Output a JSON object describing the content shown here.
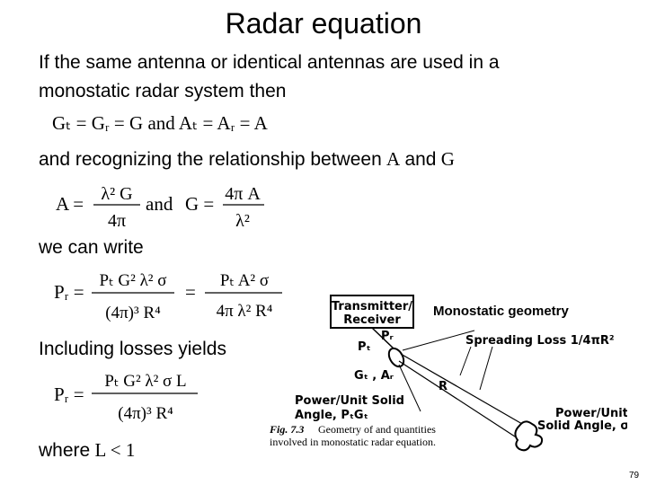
{
  "slide": {
    "title": "Radar equation",
    "intro_line1": "If the same antenna or identical antennas are used in a",
    "intro_line2": "monostatic radar system then",
    "eq1": "Gₜ = Gᵣ = G   and   Aₜ = Aᵣ = A",
    "relationship_text": "and recognizing the relationship between",
    "relationship_var1": "A",
    "relationship_and": "and",
    "relationship_var2": "G",
    "eq2_A_lhs": "A =",
    "eq2_A_num": "λ² G",
    "eq2_A_den": "4π",
    "eq2_and": "and",
    "eq2_G_lhs": "G =",
    "eq2_G_num": "4π A",
    "eq2_G_den": "λ²",
    "we_can_write": "we can write",
    "eq3_lhs": "Pᵣ =",
    "eq3_num1": "Pₜ G² λ² σ",
    "eq3_den1": "(4π)³ R⁴",
    "eq3_eq": "=",
    "eq3_num2": "Pₜ A² σ",
    "eq3_den2": "4π λ² R⁴",
    "losses_text": "Including losses yields",
    "eq4_lhs": "Pᵣ =",
    "eq4_num": "Pₜ G² λ² σ L",
    "eq4_den": "(4π)³ R⁴",
    "where_text": "where",
    "where_cond": "L < 1",
    "page_number": "79"
  },
  "figure": {
    "heading": "Monostatic geometry",
    "transmitter_line1": "Transmitter/",
    "transmitter_line2": "Receiver",
    "pr_label": "Pᵣ",
    "pt_label": "Pₜ",
    "spreading_loss": "Spreading Loss  1/4πR²",
    "gain_area": "Gₜ , Aᵣ",
    "range_label": "R",
    "power_solid_left_1": "Power/Unit Solid",
    "power_solid_left_2": "Angle,  PₜGₜ",
    "power_solid_right_1": "Power/Unit",
    "power_solid_right_2": "Solid Angle,  σ",
    "caption_label": "Fig. 7.3",
    "caption_line1": "Geometry of and quantities",
    "caption_line2": "involved in monostatic radar equation."
  }
}
